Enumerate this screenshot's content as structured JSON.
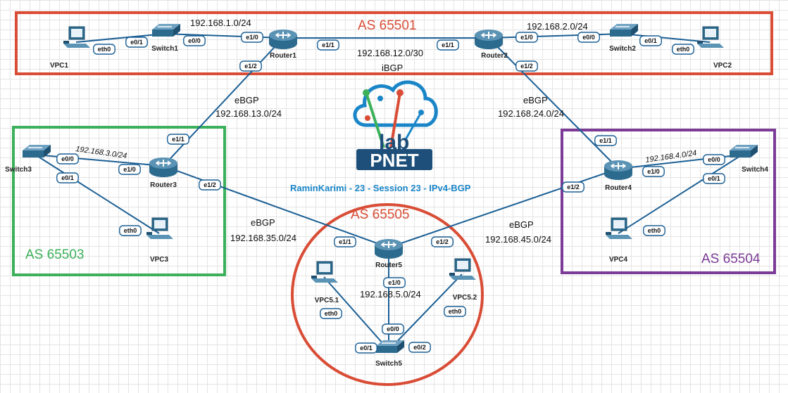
{
  "title": "RaminKarimi - 23 - Session 23 - IPv4-BGP",
  "logo_text": "PNET",
  "colors": {
    "as_65501": "#d94d36",
    "as_65503": "#3cb05a",
    "as_65504": "#7b3b96",
    "as_65505": "#d94d36",
    "link": "#1b5f94",
    "title": "#1a86c8"
  },
  "as_groups": [
    {
      "id": "as65501",
      "label": "AS 65501",
      "shape": "rect"
    },
    {
      "id": "as65503",
      "label": "AS 65503",
      "shape": "rect"
    },
    {
      "id": "as65504",
      "label": "AS 65504",
      "shape": "rect"
    },
    {
      "id": "as65505",
      "label": "AS 65505",
      "shape": "ellipse"
    }
  ],
  "nodes": [
    {
      "id": "vpc1",
      "label": "VPC1",
      "type": "pc"
    },
    {
      "id": "switch1",
      "label": "Switch1",
      "type": "switch"
    },
    {
      "id": "router1",
      "label": "Router1",
      "type": "router"
    },
    {
      "id": "router2",
      "label": "Router2",
      "type": "router"
    },
    {
      "id": "switch2",
      "label": "Switch2",
      "type": "switch"
    },
    {
      "id": "vpc2",
      "label": "VPC2",
      "type": "pc"
    },
    {
      "id": "switch3",
      "label": "Switch3",
      "type": "switch"
    },
    {
      "id": "router3",
      "label": "Router3",
      "type": "router"
    },
    {
      "id": "vpc3",
      "label": "VPC3",
      "type": "pc"
    },
    {
      "id": "router4",
      "label": "Router4",
      "type": "router"
    },
    {
      "id": "switch4",
      "label": "Switch4",
      "type": "switch"
    },
    {
      "id": "vpc4",
      "label": "VPC4",
      "type": "pc"
    },
    {
      "id": "router5",
      "label": "Router5",
      "type": "router"
    },
    {
      "id": "vpc51",
      "label": "VPC5.1",
      "type": "pc"
    },
    {
      "id": "vpc52",
      "label": "VPC5.2",
      "type": "pc"
    },
    {
      "id": "switch5",
      "label": "Switch5",
      "type": "switch"
    }
  ],
  "links": [
    {
      "from": "vpc1",
      "to": "switch1",
      "from_if": "eth0",
      "to_if": "e0/1"
    },
    {
      "from": "switch1",
      "to": "router1",
      "from_if": "e0/0",
      "to_if": "e1/0"
    },
    {
      "from": "router1",
      "to": "router2",
      "from_if": "e1/1",
      "to_if": "e1/1"
    },
    {
      "from": "router2",
      "to": "switch2",
      "from_if": "e1/0",
      "to_if": "e0/0"
    },
    {
      "from": "switch2",
      "to": "vpc2",
      "from_if": "e0/1",
      "to_if": "eth0"
    },
    {
      "from": "router1",
      "to": "router3",
      "from_if": "e1/2",
      "to_if": "e1/1"
    },
    {
      "from": "router2",
      "to": "router4",
      "from_if": "e1/2",
      "to_if": "e1/1"
    },
    {
      "from": "switch3",
      "to": "router3",
      "from_if": "e0/0",
      "to_if": "e1/0"
    },
    {
      "from": "switch3",
      "to": "vpc3",
      "from_if": "e0/1",
      "to_if": "eth0"
    },
    {
      "from": "router3",
      "to": "router5",
      "from_if": "e1/2",
      "to_if": "e1/1"
    },
    {
      "from": "router4",
      "to": "router5",
      "from_if": "e1/2",
      "to_if": "e1/2"
    },
    {
      "from": "router4",
      "to": "switch4",
      "from_if": "e1/0",
      "to_if": "e0/0"
    },
    {
      "from": "switch4",
      "to": "vpc4",
      "from_if": "e0/1",
      "to_if": "eth0"
    },
    {
      "from": "router5",
      "to": "switch5",
      "from_if": "e1/0",
      "to_if": "e0/0"
    },
    {
      "from": "vpc51",
      "to": "switch5",
      "from_if": "eth0",
      "to_if": "e0/1"
    },
    {
      "from": "vpc52",
      "to": "switch5",
      "from_if": "eth0",
      "to_if": "e0/2"
    }
  ],
  "labels": {
    "net_r1_lan": "192.168.1.0/24",
    "net_r2_lan": "192.168.2.0/24",
    "net_r1_r2": "192.168.12.0/30",
    "proto_r1_r2": "iBGP",
    "proto_r1_r3": "eBGP",
    "net_r1_r3": "192.168.13.0/24",
    "proto_r2_r4": "eBGP",
    "net_r2_r4": "192.168.24.0/24",
    "net_r3_lan": "192.168.3.0/24",
    "net_r4_lan": "192.168.4.0/24",
    "proto_r3_r5": "eBGP",
    "net_r3_r5": "192.168.35.0/24",
    "proto_r4_r5": "eBGP",
    "net_r4_r5": "192.168.45.0/24",
    "net_r5_lan": "192.168.5.0/24"
  }
}
